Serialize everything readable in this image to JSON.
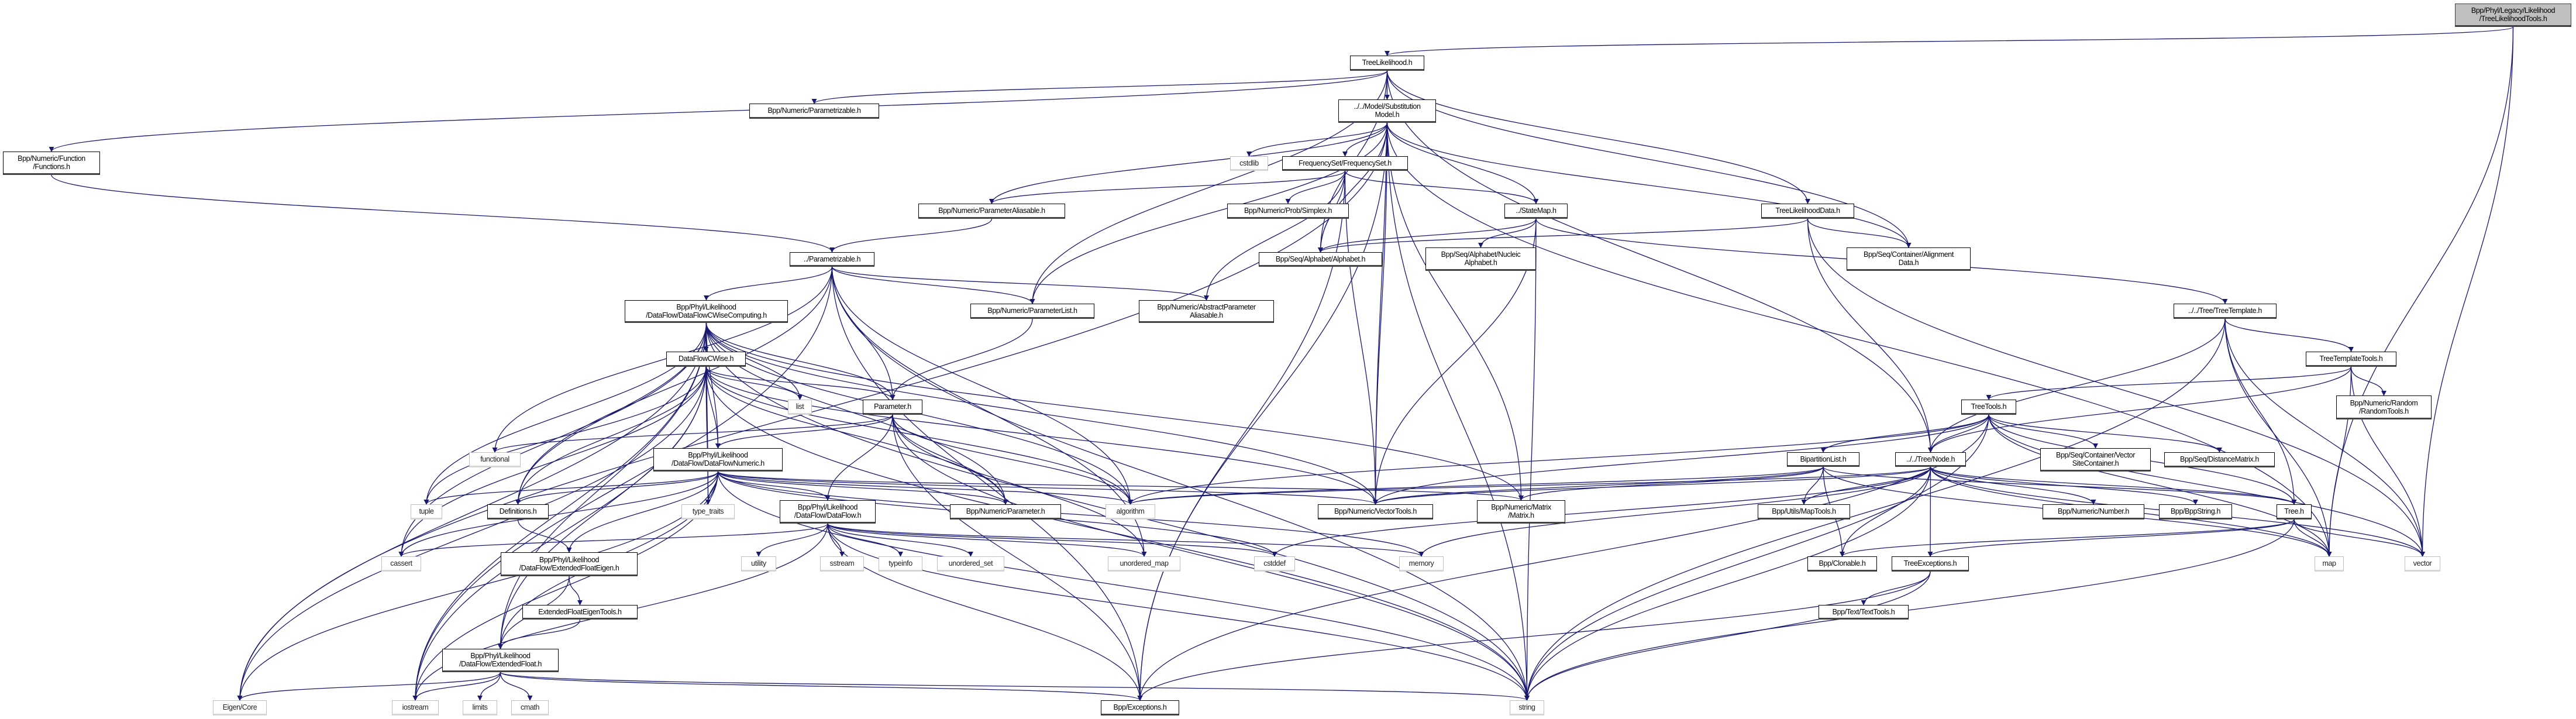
{
  "colors": {
    "edge": "#191970",
    "main_fill": "#bfbfbf",
    "system_border": "#bfbfbf",
    "node_border": "#000000"
  },
  "nodes": [
    {
      "label": "Bpp/Phyl/Legacy/Likelihood\n/TreeLikelihoodTools.h",
      "kind": "main"
    },
    {
      "label": "TreeLikelihood.h",
      "kind": "doc"
    },
    {
      "label": "Bpp/Numeric/Parametrizable.h",
      "kind": "doc"
    },
    {
      "label": "../../Model/Substitution\nModel.h",
      "kind": "doc"
    },
    {
      "label": "Bpp/Numeric/Function\n/Functions.h",
      "kind": "doc"
    },
    {
      "label": "cstdlib",
      "kind": "sys"
    },
    {
      "label": "FrequencySet/FrequencySet.h",
      "kind": "doc"
    },
    {
      "label": "Bpp/Numeric/ParameterAliasable.h",
      "kind": "doc"
    },
    {
      "label": "Bpp/Numeric/Prob/Simplex.h",
      "kind": "doc"
    },
    {
      "label": "../StateMap.h",
      "kind": "doc"
    },
    {
      "label": "TreeLikelihoodData.h",
      "kind": "doc"
    },
    {
      "label": "../Parametrizable.h",
      "kind": "doc"
    },
    {
      "label": "Bpp/Seq/Alphabet/Alphabet.h",
      "kind": "doc"
    },
    {
      "label": "Bpp/Seq/Alphabet/Nucleic\nAlphabet.h",
      "kind": "doc"
    },
    {
      "label": "Bpp/Seq/Container/Alignment\nData.h",
      "kind": "doc"
    },
    {
      "label": "Bpp/Phyl/Likelihood\n/DataFlow/DataFlowCWiseComputing.h",
      "kind": "doc"
    },
    {
      "label": "Bpp/Numeric/ParameterList.h",
      "kind": "doc"
    },
    {
      "label": "Bpp/Numeric/AbstractParameter\nAliasable.h",
      "kind": "doc"
    },
    {
      "label": "../../Tree/TreeTemplate.h",
      "kind": "doc"
    },
    {
      "label": "DataFlowCWise.h",
      "kind": "doc"
    },
    {
      "label": "TreeTemplateTools.h",
      "kind": "doc"
    },
    {
      "label": "list",
      "kind": "sys"
    },
    {
      "label": "Parameter.h",
      "kind": "doc"
    },
    {
      "label": "TreeTools.h",
      "kind": "doc"
    },
    {
      "label": "Bpp/Numeric/Random\n/RandomTools.h",
      "kind": "doc"
    },
    {
      "label": "functional",
      "kind": "sys"
    },
    {
      "label": "Bpp/Phyl/Likelihood\n/DataFlow/DataFlowNumeric.h",
      "kind": "doc"
    },
    {
      "label": "BipartitionList.h",
      "kind": "doc"
    },
    {
      "label": "../../Tree/Node.h",
      "kind": "doc"
    },
    {
      "label": "Bpp/Seq/Container/Vector\nSiteContainer.h",
      "kind": "doc"
    },
    {
      "label": "Bpp/Seq/DistanceMatrix.h",
      "kind": "doc"
    },
    {
      "label": "tuple",
      "kind": "sys"
    },
    {
      "label": "Definitions.h",
      "kind": "doc"
    },
    {
      "label": "type_traits",
      "kind": "sys"
    },
    {
      "label": "Bpp/Phyl/Likelihood\n/DataFlow/DataFlow.h",
      "kind": "doc"
    },
    {
      "label": "Bpp/Numeric/Parameter.h",
      "kind": "doc"
    },
    {
      "label": "algorithm",
      "kind": "sys"
    },
    {
      "label": "Bpp/Numeric/VectorTools.h",
      "kind": "doc"
    },
    {
      "label": "Bpp/Numeric/Matrix\n/Matrix.h",
      "kind": "doc"
    },
    {
      "label": "Bpp/Utils/MapTools.h",
      "kind": "doc"
    },
    {
      "label": "Bpp/Numeric/Number.h",
      "kind": "doc"
    },
    {
      "label": "Bpp/BppString.h",
      "kind": "doc"
    },
    {
      "label": "Tree.h",
      "kind": "doc"
    },
    {
      "label": "cassert",
      "kind": "sys"
    },
    {
      "label": "Bpp/Phyl/Likelihood\n/DataFlow/ExtendedFloatEigen.h",
      "kind": "doc"
    },
    {
      "label": "utility",
      "kind": "sys"
    },
    {
      "label": "sstream",
      "kind": "sys"
    },
    {
      "label": "typeinfo",
      "kind": "sys"
    },
    {
      "label": "unordered_set",
      "kind": "sys"
    },
    {
      "label": "unordered_map",
      "kind": "sys"
    },
    {
      "label": "cstddef",
      "kind": "sys"
    },
    {
      "label": "memory",
      "kind": "sys"
    },
    {
      "label": "Bpp/Clonable.h",
      "kind": "doc"
    },
    {
      "label": "TreeExceptions.h",
      "kind": "doc"
    },
    {
      "label": "map",
      "kind": "sys"
    },
    {
      "label": "vector",
      "kind": "sys"
    },
    {
      "label": "ExtendedFloatEigenTools.h",
      "kind": "doc"
    },
    {
      "label": "Bpp/Text/TextTools.h",
      "kind": "doc"
    },
    {
      "label": "Bpp/Phyl/Likelihood\n/DataFlow/ExtendedFloat.h",
      "kind": "doc"
    },
    {
      "label": "Eigen/Core",
      "kind": "sys"
    },
    {
      "label": "iostream",
      "kind": "sys"
    },
    {
      "label": "limits",
      "kind": "sys"
    },
    {
      "label": "cmath",
      "kind": "sys"
    },
    {
      "label": "Bpp/Exceptions.h",
      "kind": "doc"
    },
    {
      "label": "string",
      "kind": "sys"
    }
  ],
  "edges": [
    [
      0,
      1
    ],
    [
      0,
      54
    ],
    [
      0,
      55
    ],
    [
      1,
      4
    ],
    [
      1,
      2
    ],
    [
      1,
      3
    ],
    [
      1,
      16
    ],
    [
      1,
      12
    ],
    [
      1,
      14
    ],
    [
      1,
      10
    ],
    [
      1,
      37
    ],
    [
      1,
      28
    ],
    [
      3,
      59
    ],
    [
      3,
      7
    ],
    [
      3,
      16
    ],
    [
      3,
      5
    ],
    [
      3,
      6
    ],
    [
      3,
      12
    ],
    [
      3,
      9
    ],
    [
      3,
      37
    ],
    [
      3,
      38
    ],
    [
      3,
      64
    ],
    [
      3,
      54
    ],
    [
      3,
      14
    ],
    [
      3,
      63
    ],
    [
      6,
      7
    ],
    [
      6,
      8
    ],
    [
      6,
      9
    ],
    [
      6,
      12
    ],
    [
      6,
      17
    ],
    [
      6,
      37
    ],
    [
      6,
      63
    ],
    [
      7,
      11
    ],
    [
      4,
      11
    ],
    [
      11,
      15
    ],
    [
      11,
      16
    ],
    [
      11,
      17
    ],
    [
      11,
      22
    ],
    [
      11,
      32
    ],
    [
      11,
      25
    ],
    [
      11,
      60
    ],
    [
      11,
      63
    ],
    [
      11,
      64
    ],
    [
      11,
      49
    ],
    [
      11,
      36
    ],
    [
      9,
      12
    ],
    [
      9,
      13
    ],
    [
      9,
      37
    ],
    [
      9,
      64
    ],
    [
      9,
      18
    ],
    [
      10,
      12
    ],
    [
      10,
      14
    ],
    [
      10,
      28
    ],
    [
      10,
      55
    ],
    [
      16,
      22
    ],
    [
      22,
      26
    ],
    [
      22,
      25
    ],
    [
      22,
      35
    ],
    [
      22,
      34
    ],
    [
      22,
      63
    ],
    [
      22,
      64
    ],
    [
      22,
      49
    ],
    [
      22,
      36
    ],
    [
      15,
      19
    ],
    [
      15,
      21
    ],
    [
      15,
      22
    ],
    [
      15,
      26
    ],
    [
      15,
      32
    ],
    [
      15,
      31
    ],
    [
      15,
      43
    ],
    [
      15,
      59
    ],
    [
      15,
      60
    ],
    [
      15,
      58
    ],
    [
      15,
      33
    ],
    [
      15,
      35
    ],
    [
      15,
      37
    ],
    [
      15,
      36
    ],
    [
      15,
      64
    ],
    [
      15,
      38
    ],
    [
      19,
      21
    ],
    [
      19,
      22
    ],
    [
      19,
      26
    ],
    [
      19,
      32
    ],
    [
      19,
      31
    ],
    [
      19,
      43
    ],
    [
      19,
      59
    ],
    [
      19,
      60
    ],
    [
      19,
      33
    ],
    [
      19,
      58
    ],
    [
      19,
      35
    ],
    [
      19,
      36
    ],
    [
      19,
      64
    ],
    [
      19,
      37
    ],
    [
      26,
      34
    ],
    [
      26,
      32
    ],
    [
      26,
      31
    ],
    [
      26,
      33
    ],
    [
      26,
      43
    ],
    [
      26,
      59
    ],
    [
      26,
      44
    ],
    [
      26,
      58
    ],
    [
      26,
      60
    ],
    [
      26,
      35
    ],
    [
      26,
      37
    ],
    [
      26,
      38
    ],
    [
      26,
      36
    ],
    [
      26,
      64
    ],
    [
      26,
      51
    ],
    [
      26,
      50
    ],
    [
      34,
      43
    ],
    [
      34,
      45
    ],
    [
      34,
      46
    ],
    [
      34,
      47
    ],
    [
      34,
      48
    ],
    [
      34,
      49
    ],
    [
      34,
      51
    ],
    [
      34,
      50
    ],
    [
      34,
      64
    ],
    [
      34,
      60
    ],
    [
      34,
      63
    ],
    [
      32,
      44
    ],
    [
      44,
      56
    ],
    [
      44,
      58
    ],
    [
      56,
      58
    ],
    [
      58,
      59
    ],
    [
      58,
      60
    ],
    [
      58,
      61
    ],
    [
      58,
      62
    ],
    [
      58,
      63
    ],
    [
      58,
      64
    ],
    [
      18,
      20
    ],
    [
      18,
      42
    ],
    [
      18,
      28
    ],
    [
      18,
      64
    ],
    [
      18,
      54
    ],
    [
      18,
      55
    ],
    [
      20,
      23
    ],
    [
      20,
      24
    ],
    [
      20,
      28
    ],
    [
      20,
      55
    ],
    [
      20,
      54
    ],
    [
      23,
      28
    ],
    [
      23,
      27
    ],
    [
      23,
      29
    ],
    [
      23,
      30
    ],
    [
      23,
      42
    ],
    [
      23,
      37
    ],
    [
      23,
      36
    ],
    [
      23,
      63
    ],
    [
      23,
      64
    ],
    [
      23,
      54
    ],
    [
      23,
      55
    ],
    [
      27,
      39
    ],
    [
      27,
      38
    ],
    [
      27,
      37
    ],
    [
      27,
      52
    ],
    [
      27,
      42
    ],
    [
      27,
      36
    ],
    [
      27,
      54
    ],
    [
      28,
      39
    ],
    [
      28,
      40
    ],
    [
      28,
      41
    ],
    [
      28,
      42
    ],
    [
      28,
      52
    ],
    [
      28,
      53
    ],
    [
      28,
      64
    ],
    [
      28,
      54
    ],
    [
      28,
      55
    ],
    [
      28,
      36
    ],
    [
      28,
      37
    ],
    [
      28,
      51
    ],
    [
      28,
      50
    ],
    [
      42,
      53
    ],
    [
      42,
      52
    ],
    [
      42,
      54
    ],
    [
      42,
      55
    ],
    [
      42,
      64
    ],
    [
      53,
      57
    ],
    [
      53,
      63
    ],
    [
      53,
      64
    ]
  ]
}
